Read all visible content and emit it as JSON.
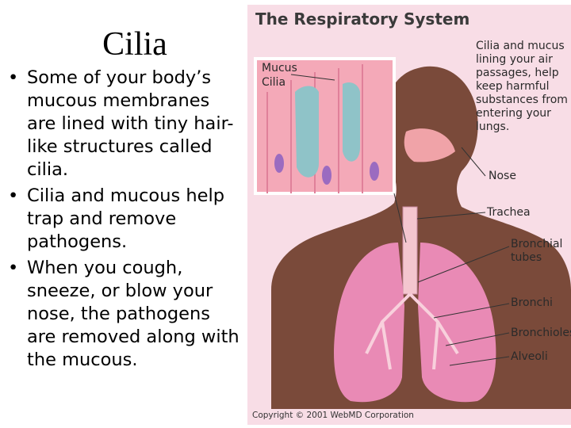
{
  "slide": {
    "title": "Cilia",
    "bullets": [
      "Some of your body’s mucous membranes are lined with tiny hair-like structures called cilia.",
      "Cilia and mucous help trap and remove pathogens.",
      "When you cough, sneeze, or blow your nose, the pathogens are removed along with the mucous."
    ],
    "bullet_glyph": "•"
  },
  "figure": {
    "title": "The Respiratory System",
    "inset_labels": {
      "mucus": "Mucus",
      "cilia": "Cilia"
    },
    "caption": "Cilia and mucus lining your air passages, help keep harmful substances from entering your lungs.",
    "labels": {
      "nose": "Nose",
      "trachea": "Trachea",
      "bronchial_tubes": "Bronchial tubes",
      "bronchi": "Bronchi",
      "bronchioles": "Bronchioles",
      "alveoli": "Alveoli"
    },
    "copyright": "Copyright © 2001 WebMD Corporation",
    "colors": {
      "background": "#f8dde6",
      "skin": "#7a4a3a",
      "lung": "#e98ab5",
      "cell": "#f4a9b8",
      "mucus": "#8fc3c8"
    }
  }
}
